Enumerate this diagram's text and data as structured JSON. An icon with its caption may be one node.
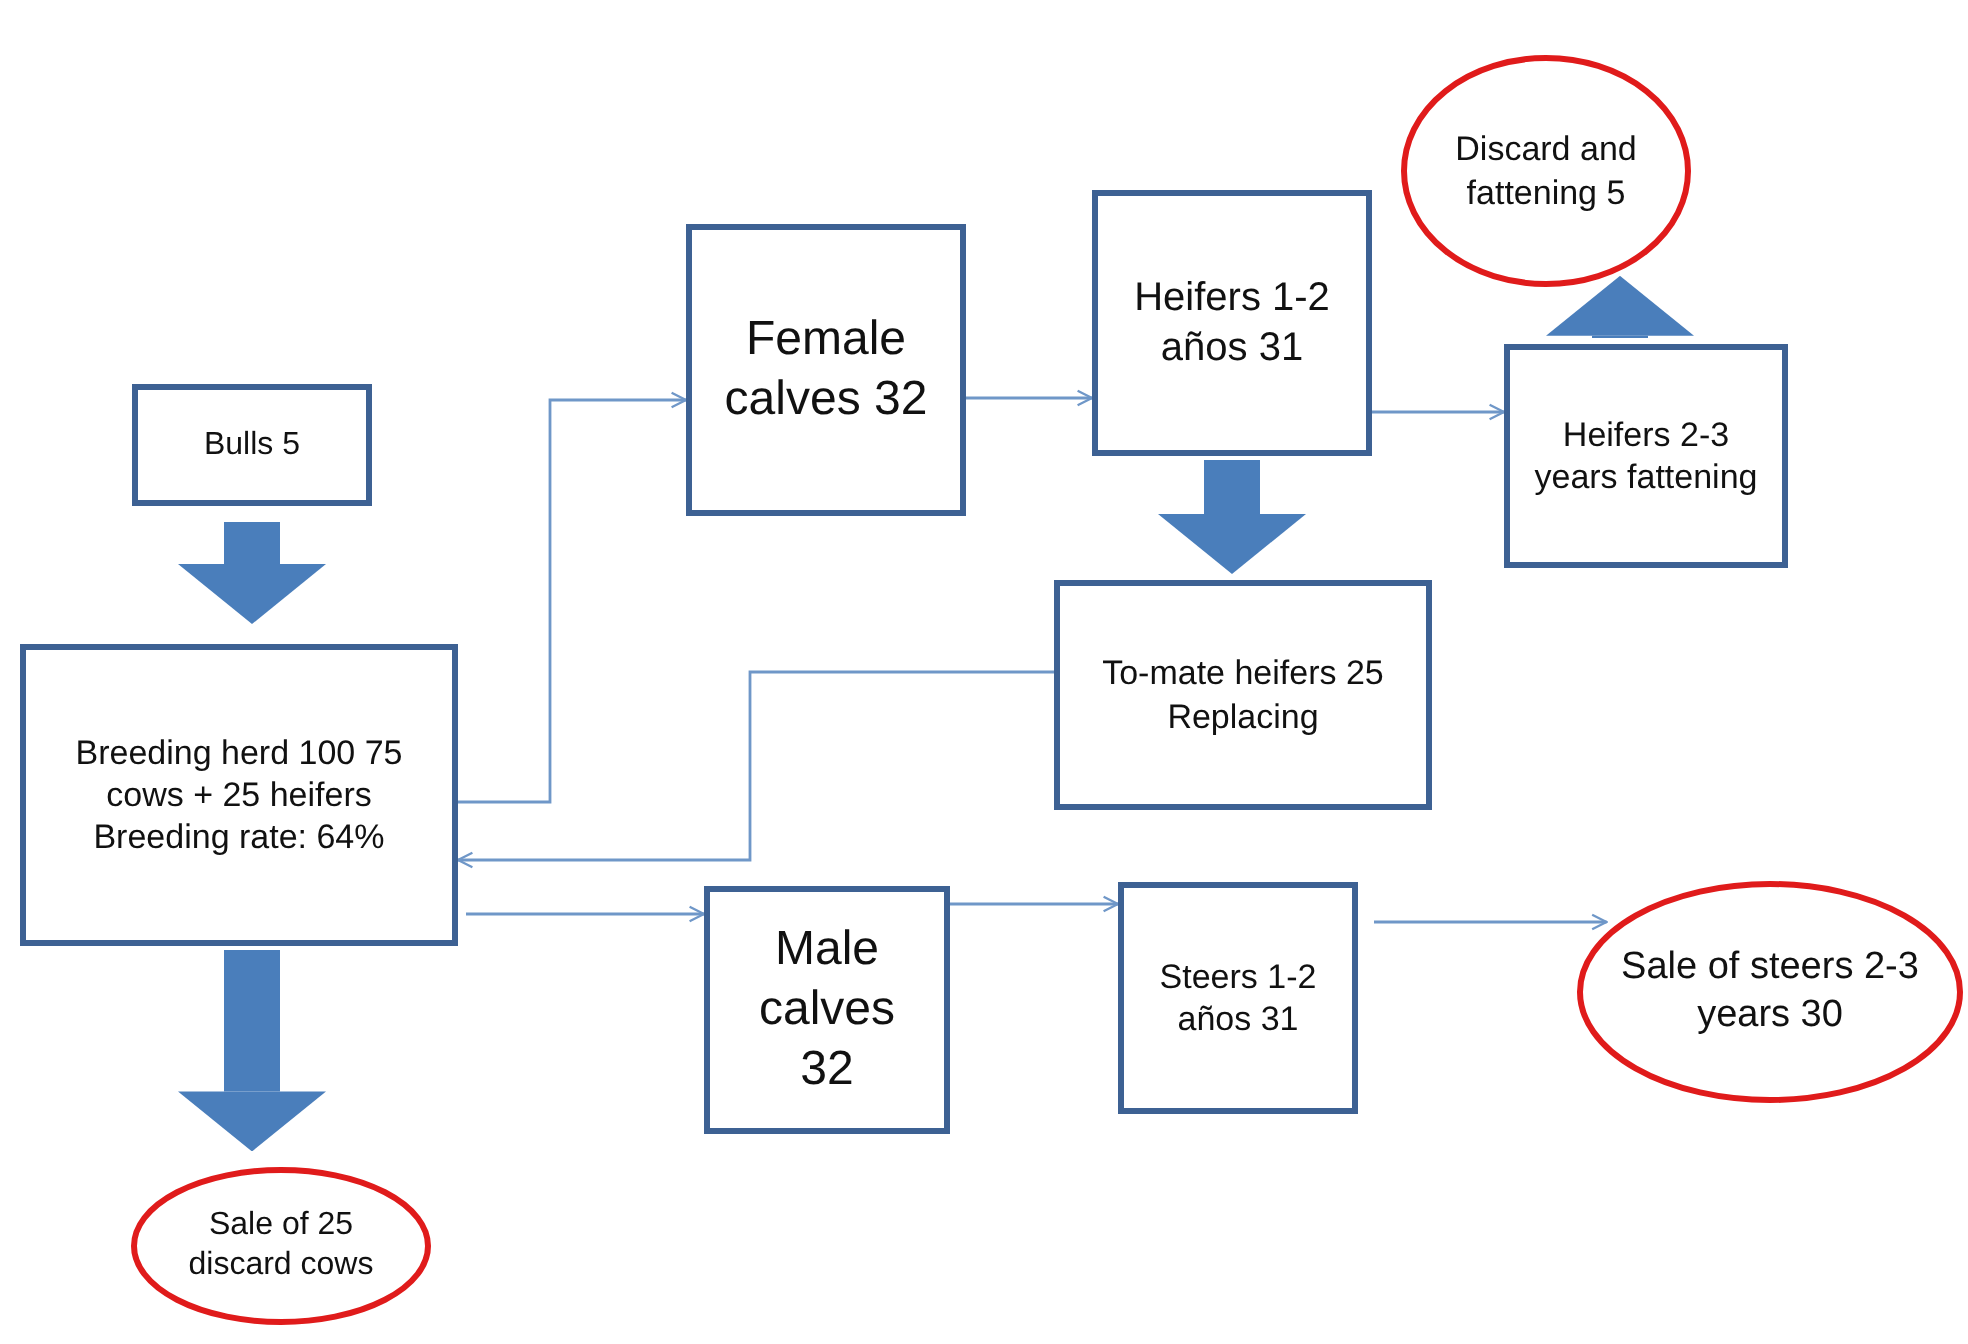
{
  "diagram": {
    "nodes": [
      {
        "text": [
          "Bulls 5"
        ]
      },
      {
        "text": [
          "Breeding herd 100 75 cows + 25 heifers Breeding rate: 64%"
        ]
      },
      {
        "text": [
          "Female calves 32"
        ]
      },
      {
        "text": [
          "Heifers 1-2 años 31"
        ]
      },
      {
        "text": [
          "Discard and fattening 5"
        ]
      },
      {
        "text": [
          "Heifers 2-3 years fattening"
        ]
      },
      {
        "text": [
          "To-mate heifers 25 Replacing"
        ]
      },
      {
        "text": [
          "Male calves 32"
        ]
      },
      {
        "text": [
          "Steers 1-2 años 31"
        ]
      },
      {
        "text": [
          "Sale of steers 2-3 years 30"
        ]
      },
      {
        "text": [
          "Sale of 25 discard cows"
        ]
      }
    ],
    "edges": [
      {
        "from": 0,
        "to": 1,
        "arrow": "to",
        "style": "thick"
      },
      {
        "from": 1,
        "to": 2,
        "arrow": "to"
      },
      {
        "from": 2,
        "to": 3,
        "arrow": "to"
      },
      {
        "from": 3,
        "to": 5,
        "arrow": "to"
      },
      {
        "from": 5,
        "to": 4,
        "arrow": "to",
        "style": "thick"
      },
      {
        "from": 3,
        "to": 6,
        "arrow": "to",
        "style": "thick"
      },
      {
        "from": 6,
        "to": 1,
        "arrow": "to"
      },
      {
        "from": 1,
        "to": 7,
        "arrow": "to"
      },
      {
        "from": 7,
        "to": 8,
        "arrow": "to"
      },
      {
        "from": 8,
        "to": 9,
        "arrow": "to"
      },
      {
        "from": 1,
        "to": 10,
        "arrow": "to",
        "style": "thick"
      }
    ]
  }
}
